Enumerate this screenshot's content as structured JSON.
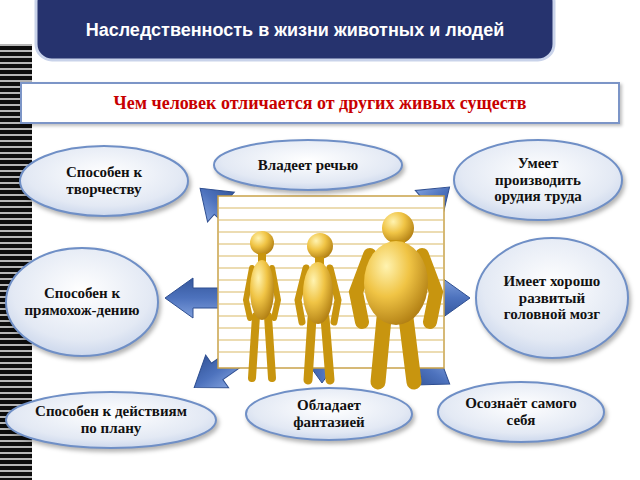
{
  "diagram": {
    "title": "Наследственность в жизни животных и людей",
    "nodes": [
      {
        "text": [
          "Чем человек отличается от других живых существ"
        ]
      },
      {
        "text": [
          "Способен к творчеству"
        ]
      },
      {
        "text": [
          "Владеет речью"
        ]
      },
      {
        "text": [
          "Умеет производить орудия труда"
        ]
      },
      {
        "text": [
          "Способен к прямохож-дению"
        ]
      },
      {
        "text": [
          "Имеет хорошо развитый головной мозг"
        ]
      },
      {
        "text": [
          "Способен к действиям по плану"
        ]
      },
      {
        "text": [
          "Обладает фантазией"
        ]
      },
      {
        "text": [
          "Осознаёт самого себя"
        ]
      }
    ]
  }
}
